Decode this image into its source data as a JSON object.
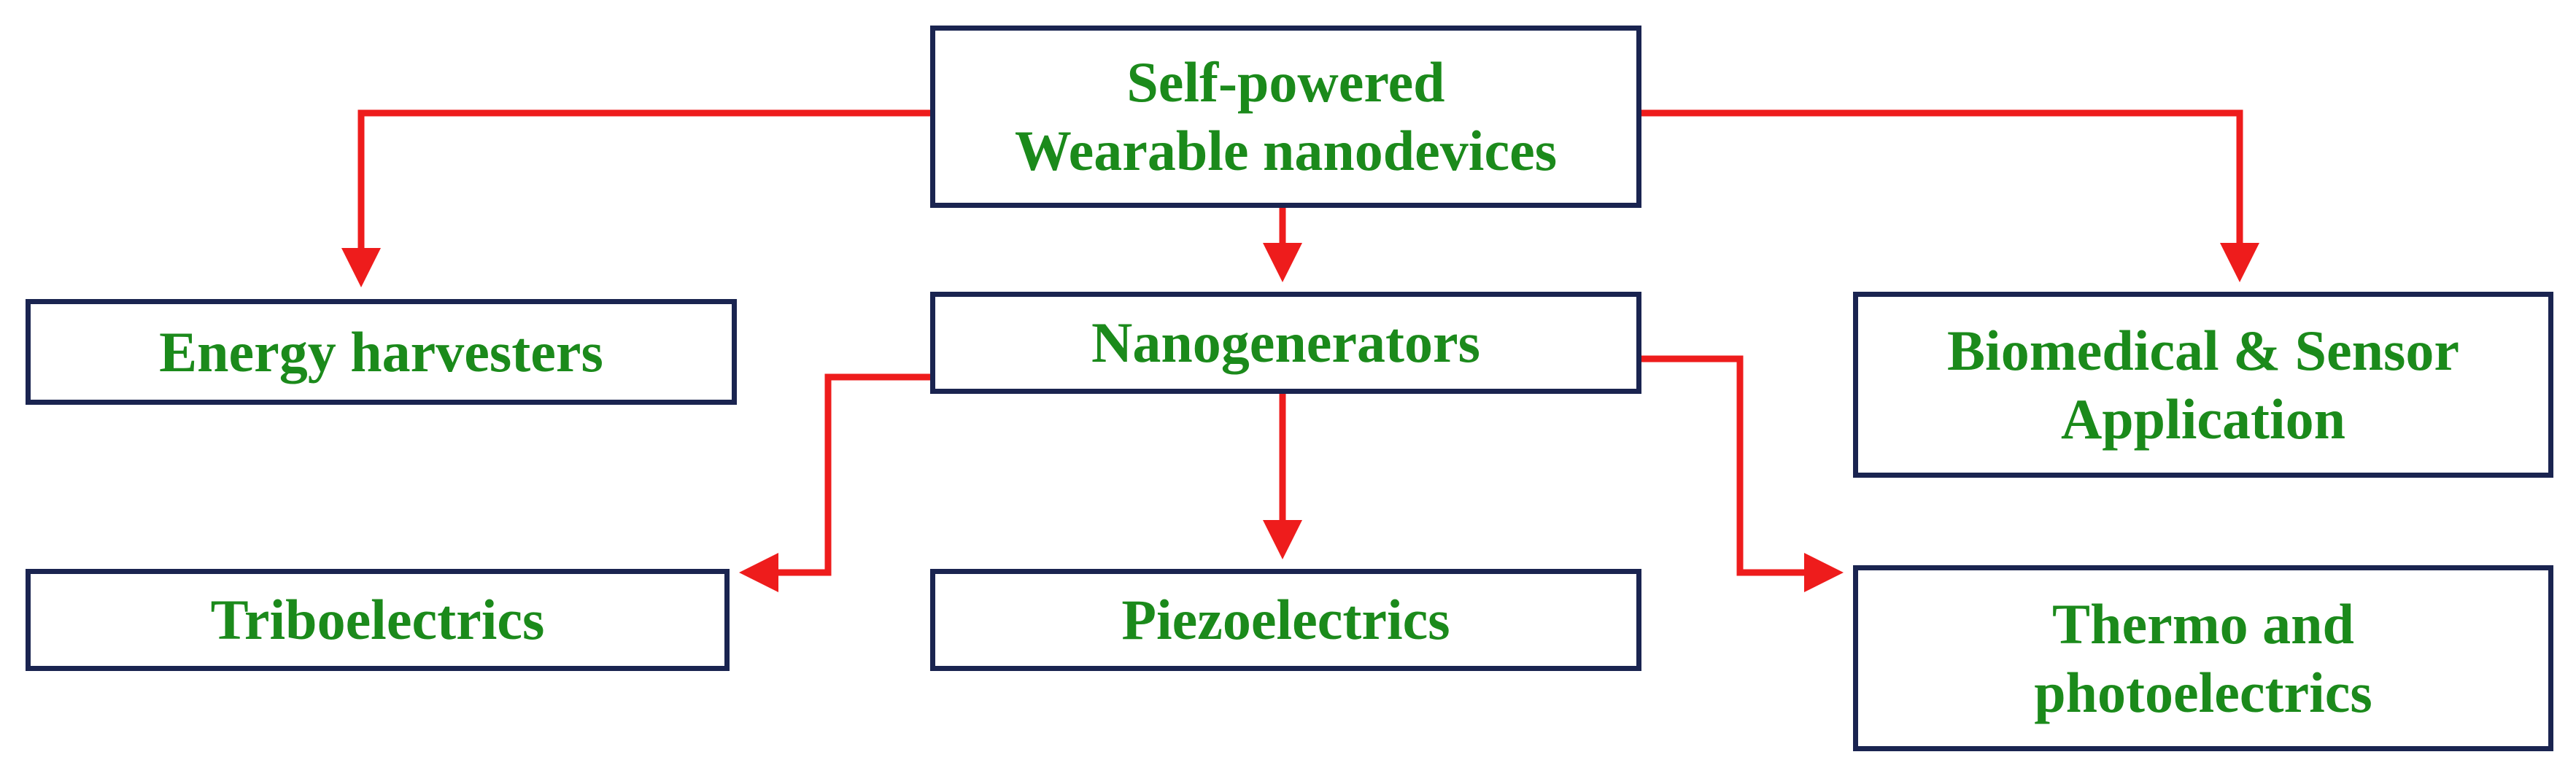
{
  "nodes": {
    "top": {
      "line1": "Self-powered",
      "line2": "Wearable nanodevices"
    },
    "left": {
      "line1": "Energy harvesters"
    },
    "middle": {
      "line1": "Nanogenerators"
    },
    "right": {
      "line1": "Biomedical & Sensor",
      "line2": "Application"
    },
    "tribo": {
      "line1": "Triboelectrics"
    },
    "piezo": {
      "line1": "Piezoelectrics"
    },
    "thermo": {
      "line1": "Thermo and",
      "line2": "photoelectrics"
    }
  },
  "colors": {
    "arrow": "#ee1c1c",
    "box_border": "#1a2450",
    "text": "#1b8a1b"
  }
}
